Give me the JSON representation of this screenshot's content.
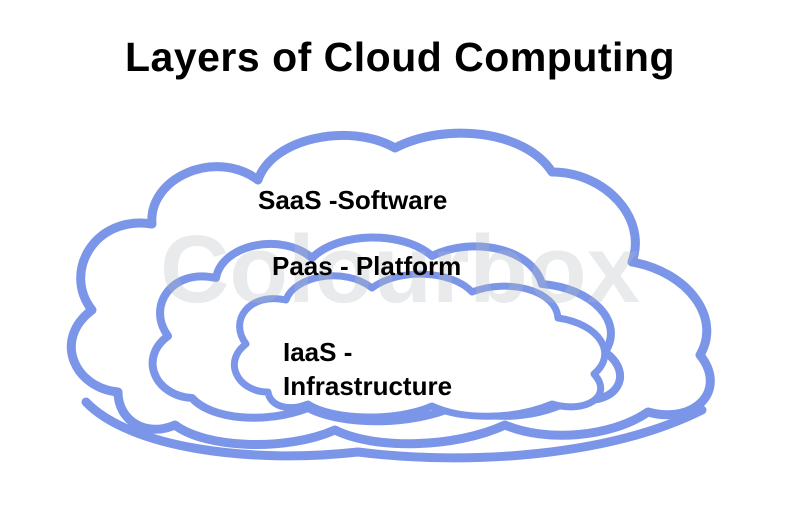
{
  "title": "Layers of Cloud Computing",
  "watermark": "Colourbox",
  "layers": [
    {
      "id": "saas",
      "label": "SaaS -Software"
    },
    {
      "id": "paas",
      "label": "Paas - Platform"
    },
    {
      "id": "iaas",
      "label": "IaaS -\nInfrastructure"
    }
  ],
  "colors": {
    "cloud_stroke": "#7b96e8",
    "title_text": "#000000",
    "label_text": "#000000",
    "background": "#ffffff"
  }
}
